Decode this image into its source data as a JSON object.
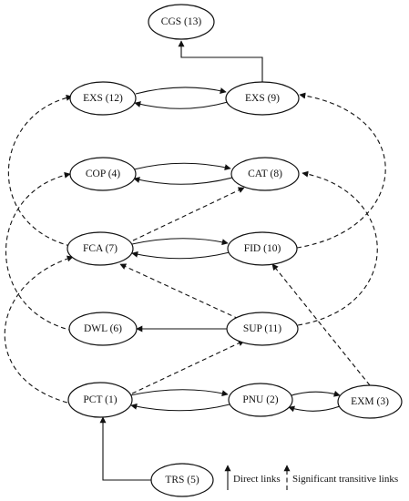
{
  "nodes": {
    "cgs": "CGS (13)",
    "exs12": "EXS (12)",
    "exs9": "EXS (9)",
    "cop": "COP (4)",
    "cat": "CAT (8)",
    "fca": "FCA (7)",
    "fid": "FID (10)",
    "dwl": "DWL (6)",
    "sup": "SUP (11)",
    "pct": "PCT (1)",
    "pnu": "PNU (2)",
    "exm": "EXM (3)",
    "trs": "TRS (5)"
  },
  "legend": {
    "direct": "Direct links",
    "transitive": "Significant transitive links"
  },
  "links": [
    {
      "from": "EXS (9)",
      "to": "CGS (13)",
      "type": "direct"
    },
    {
      "from": "EXS (12)",
      "to": "EXS (9)",
      "type": "direct"
    },
    {
      "from": "EXS (9)",
      "to": "EXS (12)",
      "type": "direct"
    },
    {
      "from": "COP (4)",
      "to": "CAT (8)",
      "type": "direct"
    },
    {
      "from": "CAT (8)",
      "to": "COP (4)",
      "type": "direct"
    },
    {
      "from": "FCA (7)",
      "to": "FID (10)",
      "type": "direct"
    },
    {
      "from": "FID (10)",
      "to": "FCA (7)",
      "type": "direct"
    },
    {
      "from": "SUP (11)",
      "to": "DWL (6)",
      "type": "direct"
    },
    {
      "from": "PCT (1)",
      "to": "PNU (2)",
      "type": "direct"
    },
    {
      "from": "PNU (2)",
      "to": "PCT (1)",
      "type": "direct"
    },
    {
      "from": "PNU (2)",
      "to": "EXM (3)",
      "type": "direct"
    },
    {
      "from": "EXM (3)",
      "to": "PNU (2)",
      "type": "direct"
    },
    {
      "from": "TRS (5)",
      "to": "PCT (1)",
      "type": "direct"
    },
    {
      "from": "FCA (7)",
      "to": "EXS (12)",
      "type": "transitive"
    },
    {
      "from": "FID (10)",
      "to": "EXS (9)",
      "type": "transitive"
    },
    {
      "from": "DWL (6)",
      "to": "COP (4)",
      "type": "transitive"
    },
    {
      "from": "SUP (11)",
      "to": "CAT (8)",
      "type": "transitive"
    },
    {
      "from": "FCA (7)",
      "to": "CAT (8)",
      "type": "transitive"
    },
    {
      "from": "SUP (11)",
      "to": "FCA (7)",
      "type": "transitive"
    },
    {
      "from": "PCT (1)",
      "to": "FCA (7)",
      "type": "transitive"
    },
    {
      "from": "PCT (1)",
      "to": "SUP (11)",
      "type": "transitive"
    },
    {
      "from": "EXM (3)",
      "to": "FID (10)",
      "type": "transitive"
    }
  ]
}
